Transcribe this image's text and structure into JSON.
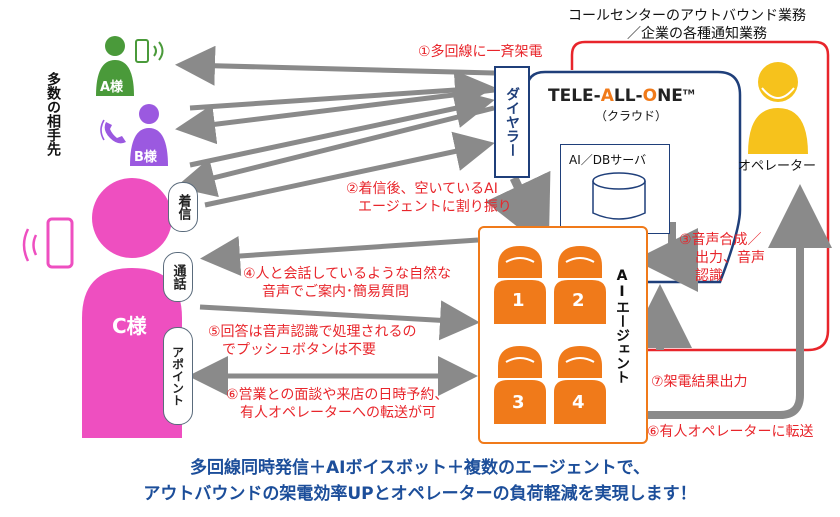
{
  "header": {
    "line1": "コールセンターのアウトバウンド業務",
    "line2": "／企業の各種通知業務"
  },
  "targets": {
    "label": "多数の相手先",
    "a": "A様",
    "b": "B様",
    "c": "C様"
  },
  "dialer": {
    "label": "ダイヤラー"
  },
  "cloud": {
    "title_a": "TELE-",
    "title_b": "A",
    "title_c": "LL-",
    "title_d": "O",
    "title_e": "NE",
    "tm": "TM",
    "subtitle": "（クラウド）",
    "server": "AI／DBサーバ"
  },
  "operator": {
    "label": "オペレーター"
  },
  "agents": {
    "label": "AIエージェント",
    "numbers": [
      "1",
      "2",
      "3",
      "4"
    ]
  },
  "phases": {
    "incoming": "着信",
    "talk": "通話",
    "appoint": "アポイント"
  },
  "steps": {
    "s1": "①多回線に一斉架電",
    "s2a": "②着信後、空いているAI",
    "s2b": "エージェントに割り振り",
    "s3a": "③音声合成／",
    "s3b": "出力、音声",
    "s3c": "認識",
    "s4a": "④人と会話しているような自然な",
    "s4b": "音声でご案内･簡易質問",
    "s5a": "⑤回答は音声認識で処理されるの",
    "s5b": "でプッシュボタンは不要",
    "s6a": "⑥営業との面談や来店の日時予約、",
    "s6b": "有人オペレーターへの転送が可",
    "s7": "⑦架電結果出力",
    "s8": "⑥有人オペレーターに転送"
  },
  "footer": {
    "line1": "多回線同時発信＋AIボイスボット＋複数のエージェントで、",
    "line2": "アウトバウンドの架電効率UPとオペレーターの負荷軽減を実現します！"
  },
  "colors": {
    "orange": "#f07a1a",
    "red": "#e8252b",
    "navy": "#1f3f7a",
    "pink": "#ee4fc0",
    "purple": "#9b59e0",
    "green": "#4a9a3a",
    "gray_arrow": "#8a8a8a",
    "operator_yellow": "#f6c21c",
    "footer_blue": "#1c4e9a"
  }
}
